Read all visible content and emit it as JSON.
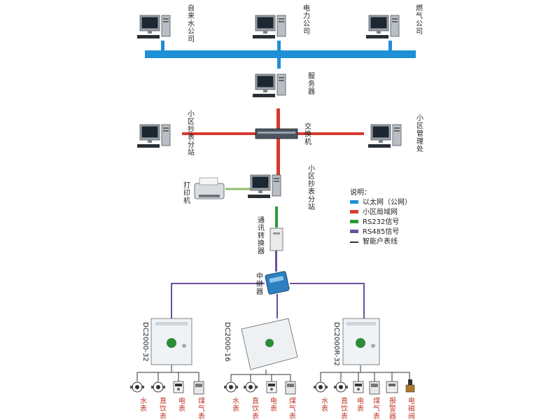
{
  "top_nodes": [
    {
      "label": "自来水公司"
    },
    {
      "label": "电力公司"
    },
    {
      "label": "燃气公司"
    }
  ],
  "server": {
    "label": "服务器"
  },
  "switch": {
    "label": "交换机"
  },
  "left_station": {
    "label": "小区抄表分站"
  },
  "management": {
    "label": "小区管理处"
  },
  "printer": {
    "label": "打印机"
  },
  "center_station": {
    "label": "小区抄表分站"
  },
  "converter": {
    "label": "通讯转换器"
  },
  "repeater": {
    "label": "中继器"
  },
  "collectors": [
    {
      "model": "DC2000-32"
    },
    {
      "model": "DC2000-16"
    },
    {
      "model": "DC2000R-32"
    }
  ],
  "meters": {
    "group1": [
      "水表",
      "直饮表",
      "电表",
      "煤气表"
    ],
    "group2": [
      "水表",
      "直饮表",
      "电表",
      "煤气表"
    ],
    "group3": [
      "水表",
      "直饮表",
      "电表",
      "煤气表",
      "报警器",
      "电磁阀"
    ]
  },
  "legend": {
    "title": "说明：",
    "items": [
      {
        "label": "以太网（公网）",
        "color": "#1f8fd6"
      },
      {
        "label": "小区局域网",
        "color": "#d63a2f"
      },
      {
        "label": "RS232信号",
        "color": "#2e9a3a"
      },
      {
        "label": "RS485信号",
        "color": "#6a4fa0"
      },
      {
        "label": "智能户表线",
        "color": "#333333"
      }
    ]
  }
}
